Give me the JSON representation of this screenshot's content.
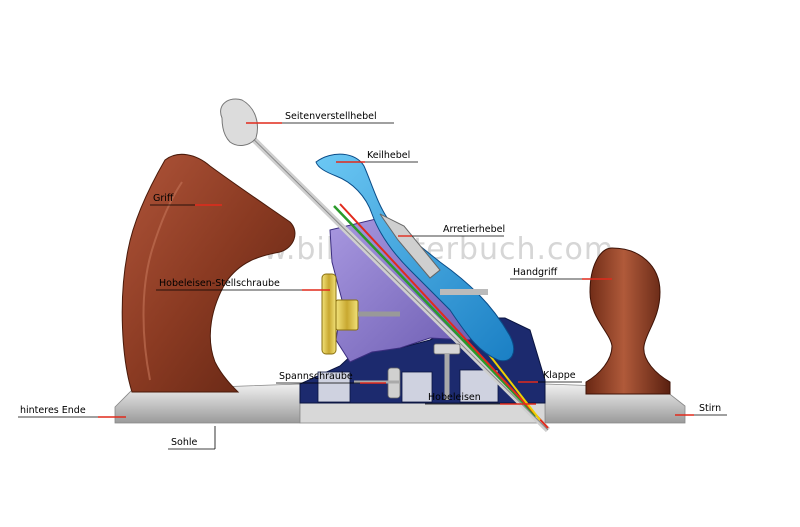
{
  "watermark": "www.bildwörterbuch.com",
  "labels": {
    "seitenverstellhebel": "Seitenverstellhebel",
    "keilhebel": "Keilhebel",
    "griff": "Griff",
    "arretierhebel": "Arretierhebel",
    "handgriff": "Handgriff",
    "hobeleisen_stellschraube": "Hobeleisen-Stellschraube",
    "spannschraube": "Spannschraube",
    "klappe": "Klappe",
    "hobeleisen": "Hobeleisen",
    "hinteres_ende": "hinteres Ende",
    "stirn": "Stirn",
    "sohle": "Sohle"
  },
  "colors": {
    "leader_accent": "#e12a1c",
    "wood": "#8a3a22",
    "metal": "#c9c9c9",
    "frog": "#8878c8",
    "lever_cap": "#2aa0e0",
    "body_dark": "#1c2a6e",
    "brass": "#d8c040"
  }
}
